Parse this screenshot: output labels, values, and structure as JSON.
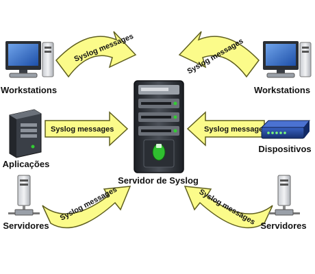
{
  "arrow_label": "Syslog messages",
  "center": {
    "label": "Servidor de Syslog"
  },
  "nodes": {
    "workstations_left": "Workstations",
    "workstations_right": "Workstations",
    "applications": "Aplicações",
    "devices": "Dispositivos",
    "servers_left": "Servidores",
    "servers_right": "Servidores"
  },
  "colors": {
    "arrow_fill": "#FBFB8A",
    "arrow_stroke": "#5E5E1E",
    "server_dark": "#2E3238",
    "led_green": "#33CC33",
    "monitor_blue": "#2A5FB8",
    "router_blue": "#1F3F8F"
  },
  "icons": [
    "workstation-icon",
    "server-tower-icon",
    "router-icon",
    "rack-server-icon"
  ]
}
